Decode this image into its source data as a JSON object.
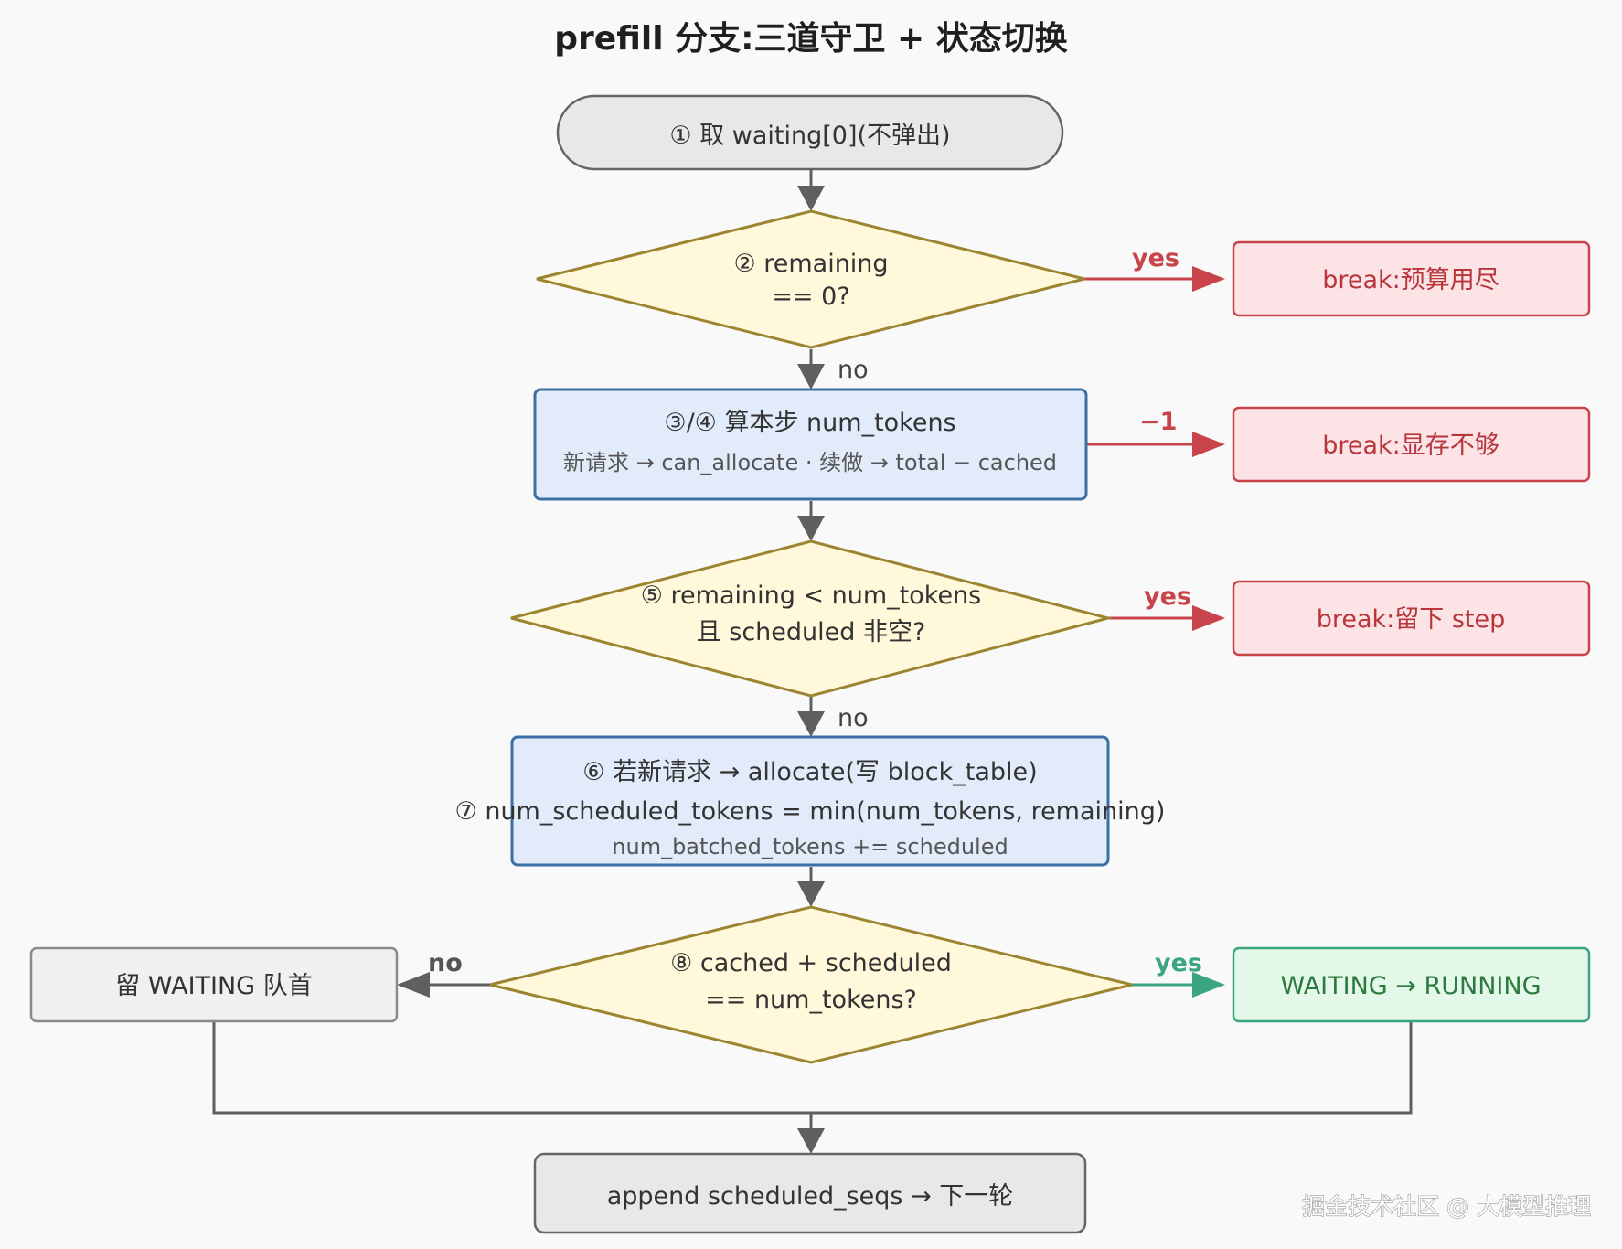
{
  "title": "prefill 分支:三道守卫 + 状态切换",
  "nodes": {
    "start": {
      "label": "① 取 waiting[0](不弹出)"
    },
    "check_remaining": {
      "line1": "② remaining",
      "line2": "== 0?"
    },
    "compute_tokens": {
      "line1": "③/④ 算本步 num_tokens",
      "line2": "新请求 → can_allocate · 续做 → total − cached"
    },
    "check_budget": {
      "line1": "⑤ remaining < num_tokens",
      "line2": "且 scheduled 非空?"
    },
    "allocate": {
      "line1": "⑥ 若新请求 → allocate(写 block_table)",
      "line2": "⑦ num_scheduled_tokens = min(num_tokens, remaining)",
      "line3": "num_batched_tokens += scheduled"
    },
    "check_complete": {
      "line1": "⑧ cached + scheduled",
      "line2": "== num_tokens?"
    },
    "break_budget": {
      "label": "break:预算用尽"
    },
    "break_memory": {
      "label": "break:显存不够"
    },
    "break_step": {
      "label": "break:留下 step"
    },
    "stay_waiting": {
      "label": "留 WAITING 队首"
    },
    "to_running": {
      "label": "WAITING → RUNNING"
    },
    "append": {
      "label": "append scheduled_seqs → 下一轮"
    }
  },
  "edge_labels": {
    "remaining_yes": "yes",
    "remaining_no": "no",
    "compute_fail": "−1",
    "budget_yes": "yes",
    "budget_no": "no",
    "complete_no": "no",
    "complete_yes": "yes"
  },
  "watermark": "掘金技术社区 @ 大模型推理",
  "colors": {
    "background": "#f9f9f9",
    "gray_fill": "#e8e8e8",
    "gray_stroke": "#666666",
    "diamond_fill": "#fff8da",
    "diamond_stroke": "#9c8531",
    "blue_fill": "#e1ebfa",
    "blue_stroke": "#3c6fa5",
    "red_fill": "#fce3e5",
    "red_stroke": "#c9444a",
    "green_fill": "#e4f8ea",
    "green_stroke": "#3aa57f",
    "arrow_gray": "#5f5f5f",
    "arrow_red": "#c9444a",
    "arrow_green": "#3aa57f"
  }
}
